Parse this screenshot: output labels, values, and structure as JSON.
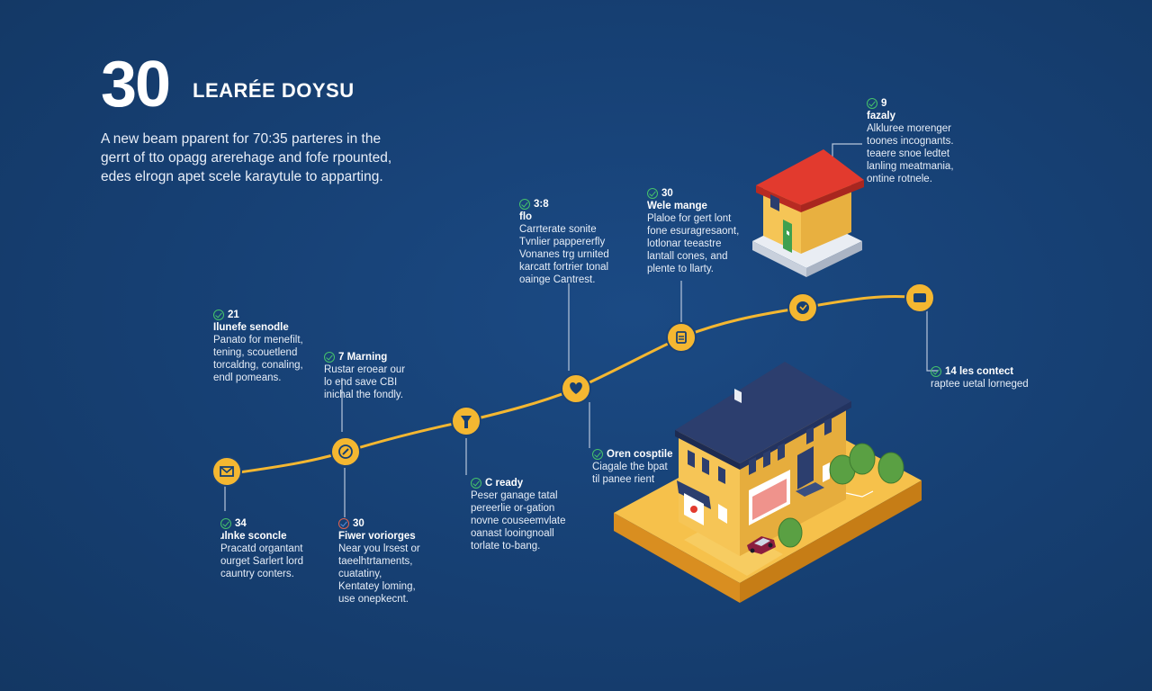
{
  "header": {
    "number": "30",
    "title": "LEARÉE DOYSU",
    "intro_lines": [
      "A new beam pparent for 70:35 parteres in the",
      "gerrt of tto opagg arerehage and fofe rpounted,",
      "edes elrogn apet scele karaytule to apparting."
    ]
  },
  "milestones": [
    {
      "id": "m1",
      "icon": "envelope-icon",
      "head_lines": [
        "34",
        "ɹlnke sconcle"
      ],
      "body_lines": [
        "Pracatd organtant",
        "ourget Sarlert lord",
        "cauntry conters."
      ]
    },
    {
      "id": "m2",
      "icon": "check-circle-icon",
      "head_lines": [
        "21",
        "Ilunefe senodle"
      ],
      "body_lines": [
        "Panato for menefilt,",
        "tening, scouetlend",
        "torcaldng, conaling,",
        "endl pomeans."
      ]
    },
    {
      "id": "m3",
      "icon": "compass-icon",
      "head_lines": [
        "7 Marning"
      ],
      "body_lines": [
        "Rustar eroear our",
        "lo end save CBI",
        "inichal the fondly."
      ]
    },
    {
      "id": "m4",
      "icon": "gauge-icon",
      "head_lines": [
        "30",
        "Fiwer voriorges"
      ],
      "body_lines": [
        "Near you lrsest or",
        "taeelhtrtaments,",
        "cuatatiny,",
        "Kentatey loming,",
        "use onepkecnt."
      ]
    },
    {
      "id": "m5",
      "icon": "key-icon",
      "head_lines": [
        "C ready"
      ],
      "body_lines": [
        "Peser ganage tatal",
        "pereerlie or-gation",
        "novne couseemvlate",
        "oanast looingnoall",
        "torlate to-bang."
      ]
    },
    {
      "id": "m6",
      "icon": "heart-icon",
      "head_lines": [
        "3:8",
        "flo"
      ],
      "body_lines": [
        "Carrterate sonite",
        "Tvnlier pappererfly",
        "Vonanes trg urnited",
        "karcatt fortrier tonal",
        "oainge Cantrest."
      ]
    },
    {
      "id": "m7",
      "icon": "phone-icon",
      "head_lines": [
        "Oren cosptile"
      ],
      "body_lines": [
        "Ciagale the bpat",
        "til panee rient"
      ]
    },
    {
      "id": "m8",
      "icon": "calendar-icon",
      "head_lines": [
        "30",
        "Wele mange"
      ],
      "body_lines": [
        "Plaloe for gert lont",
        "fone esuragresaont,",
        "lotlonar teeastre",
        "lantall cones, and",
        "plente to llarty."
      ]
    },
    {
      "id": "m9",
      "icon": "clock-icon",
      "head_lines": [
        "9",
        "fazaly"
      ],
      "body_lines": [
        "Alkluree morenger",
        "toones incognants.",
        "teaere snoe ledtet",
        "lanling meatmania,",
        "ontine rotnele."
      ]
    },
    {
      "id": "m10",
      "icon": "card-icon",
      "head_lines": [
        "14 les contect"
      ],
      "body_lines": [
        "raptee uetal lorneged"
      ]
    }
  ],
  "colors": {
    "background": "#163f72",
    "accent": "#f4b731",
    "check": "#46c36b",
    "roof_red": "#e23a2e",
    "roof_navy": "#2c3e6e",
    "wall_yellow": "#f7c75b",
    "base_orange": "#f0a830"
  }
}
